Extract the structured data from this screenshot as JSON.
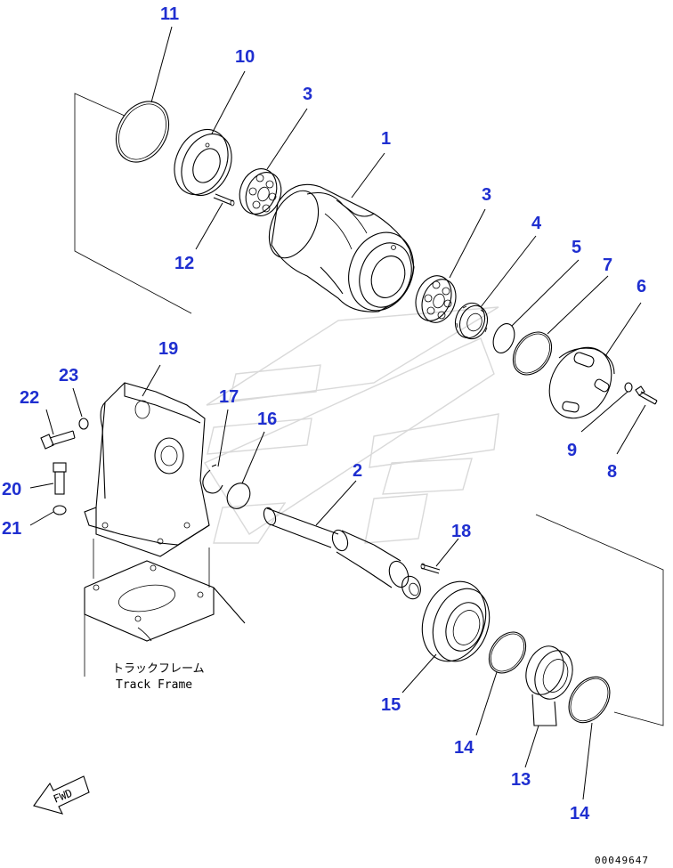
{
  "labels": {
    "frame_jp": "トラックフレーム",
    "frame_en": "Track Frame",
    "fwd": "FWD",
    "drawing_id": "00049647"
  },
  "callouts": [
    "1",
    "2",
    "3",
    "3",
    "4",
    "5",
    "6",
    "7",
    "8",
    "9",
    "10",
    "11",
    "12",
    "13",
    "14",
    "14",
    "15",
    "16",
    "17",
    "18",
    "19",
    "20",
    "21",
    "22",
    "23"
  ],
  "colors": {
    "callout": "#1f2fd0",
    "line": "#000000",
    "watermark": "#d9d9d9"
  }
}
